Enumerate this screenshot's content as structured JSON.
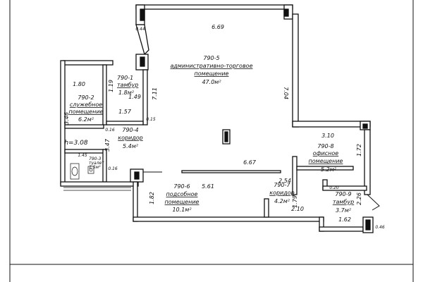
{
  "rooms": {
    "r1": {
      "id": "790-1",
      "name": "тамбур",
      "area": "1.8м²"
    },
    "r2": {
      "id": "790-2",
      "name1": "служебное",
      "name2": "помещение",
      "area": "6.2м²"
    },
    "r3": {
      "id": "790-3",
      "name": "туалет",
      "area": "1.5м²"
    },
    "r4": {
      "id": "790-4",
      "name": "коридор",
      "area": "5.4м²"
    },
    "r5": {
      "id": "790-5",
      "name1": "административно-торговое",
      "name2": "помещение",
      "area": "47.0м²"
    },
    "r6": {
      "id": "790-6",
      "name1": "подсобное",
      "name2": "помещение",
      "area": "10.1м²"
    },
    "r7": {
      "id": "790-7",
      "name": "коридор",
      "area": "4.2м²"
    },
    "r8": {
      "id": "790-8",
      "name1": "офисное",
      "name2": "помещение",
      "area": "5.2м²"
    },
    "r9": {
      "id": "790-9",
      "name": "тамбур",
      "area": "3.7м²"
    }
  },
  "dims": {
    "d669": "6.69",
    "d704": "7.04",
    "d711": "7.11",
    "d667": "6.67",
    "d561": "5.61",
    "d180": "1.80",
    "d346": "3.46",
    "d347": "3.47",
    "d157": "1.57",
    "d149": "1.49",
    "d119": "1.19",
    "d015a": "0.15",
    "d016a": "0.16",
    "d016b": "0.16",
    "d145": "1.45",
    "d182": "1.82",
    "d254": "2.54",
    "d179": "1.79",
    "d210": "2.10",
    "d310": "3.10",
    "d172": "1.72",
    "d226": "2.26",
    "d162": "1.62",
    "d020": "0.20",
    "d044": "0.44",
    "d046": "0.46"
  },
  "height": "h=3.08"
}
